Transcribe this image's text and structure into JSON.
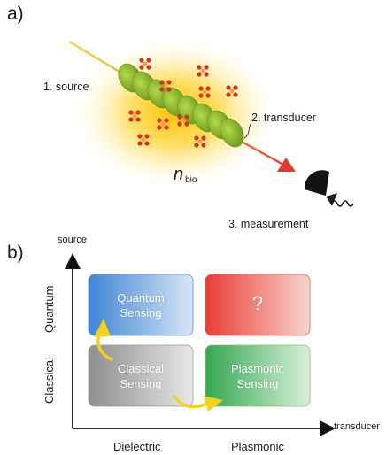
{
  "panel_a": {
    "label": "a)",
    "source_label": "1. source",
    "transducer_label": "2. transducer",
    "measurement_label": "3. measurement",
    "n_symbol": "n",
    "n_subscript": "bio"
  },
  "panel_b": {
    "label": "b)",
    "y_axis_title": "source",
    "x_axis_title": "transducer",
    "y_levels": [
      "Quantum",
      "Classical"
    ],
    "x_levels": [
      "Dielectric",
      "Plasmonic"
    ],
    "boxes": {
      "quantum_line1": "Quantum",
      "quantum_line2": "Sensing",
      "unknown": "?",
      "classical_line1": "Classical",
      "classical_line2": "Sensing",
      "plasmonic_line1": "Plasmonic",
      "plasmonic_line2": "Sensing"
    }
  },
  "colors": {
    "glow": "#ffd200",
    "beam_in": "#f5c542",
    "beam_out": "#e9533a",
    "transducer_green": "#8fbf2a",
    "molecule_red": "#d3341c",
    "quantum_blue": "#4a8fd6",
    "unknown_red": "#ea4a3e",
    "classical_gray": "#9a9a9a",
    "plasmonic_green": "#3fae55",
    "arrow_yellow": "#f2d21b"
  }
}
